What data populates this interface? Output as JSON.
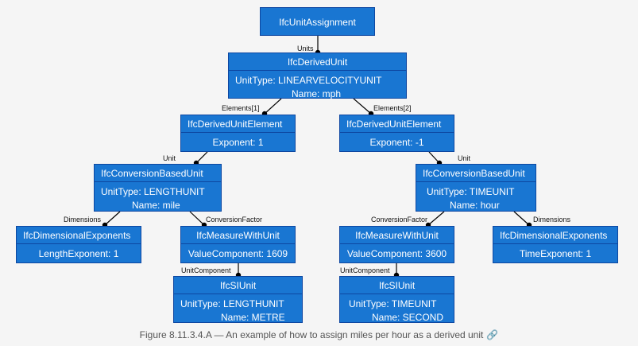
{
  "nodes": {
    "unit_assignment": {
      "title": "IfcUnitAssignment"
    },
    "derived_unit": {
      "title": "IfcDerivedUnit",
      "attr1": "UnitType: LINEARVELOCITYUNIT",
      "attr2": "Name: mph"
    },
    "derived_element_1": {
      "title": "IfcDerivedUnitElement",
      "attr1": "Exponent: 1"
    },
    "derived_element_2": {
      "title": "IfcDerivedUnitElement",
      "attr1": "Exponent: -1"
    },
    "conv_unit_length": {
      "title": "IfcConversionBasedUnit",
      "attr1": "UnitType: LENGTHUNIT",
      "attr2": "Name: mile"
    },
    "conv_unit_time": {
      "title": "IfcConversionBasedUnit",
      "attr1": "UnitType: TIMEUNIT",
      "attr2": "Name: hour"
    },
    "dim_exp_length": {
      "title": "IfcDimensionalExponents",
      "attr1": "LengthExponent: 1"
    },
    "measure_length": {
      "title": "IfcMeasureWithUnit",
      "attr1": "ValueComponent: 1609"
    },
    "measure_time": {
      "title": "IfcMeasureWithUnit",
      "attr1": "ValueComponent: 3600"
    },
    "dim_exp_time": {
      "title": "IfcDimensionalExponents",
      "attr1": "TimeExponent: 1"
    },
    "si_unit_length": {
      "title": "IfcSIUnit",
      "attr1": "UnitType: LENGTHUNIT",
      "attr2": "Name: METRE"
    },
    "si_unit_time": {
      "title": "IfcSIUnit",
      "attr1": "UnitType: TIMEUNIT",
      "attr2": "Name: SECOND"
    }
  },
  "edges": {
    "units": "Units",
    "elements_1": "Elements[1]",
    "elements_2": "Elements[2]",
    "unit_left": "Unit",
    "unit_right": "Unit",
    "dimensions_left": "Dimensions",
    "conversion_factor_left": "ConversionFactor",
    "conversion_factor_right": "ConversionFactor",
    "dimensions_right": "Dimensions",
    "unit_component_left": "UnitComponent",
    "unit_component_right": "UnitComponent"
  },
  "caption": {
    "text": "Figure 8.11.3.4.A — An example of how to assign miles per hour as a derived unit",
    "icon": "link-icon"
  },
  "colors": {
    "node_fill": "#1976d2",
    "node_border": "#0d47a1",
    "edge": "#000000"
  }
}
